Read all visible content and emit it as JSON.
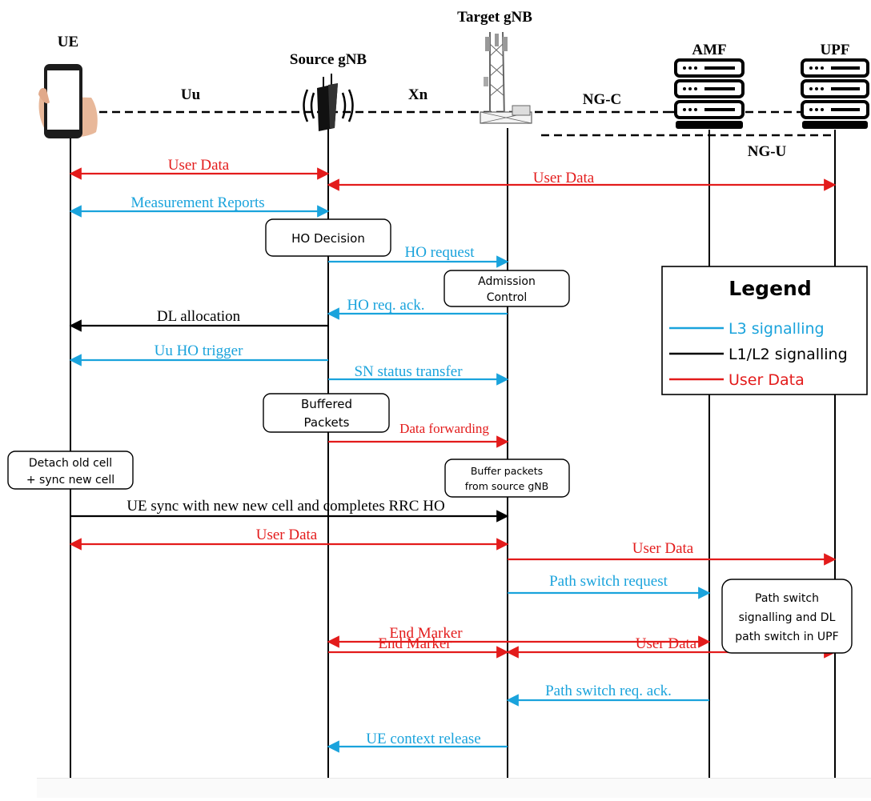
{
  "colors": {
    "l3": "#1aa3dc",
    "l12": "#000000",
    "user": "#e31b1b"
  },
  "entities": {
    "ue": "UE",
    "source": "Source gNB",
    "target": "Target gNB",
    "amf": "AMF",
    "upf": "UPF"
  },
  "interfaces": {
    "uu": "Uu",
    "xn": "Xn",
    "ngc": "NG-C",
    "ngu": "NG-U"
  },
  "icons": [
    "smartphone-icon",
    "antenna-icon",
    "cell-tower-icon",
    "amf-server-icon",
    "upf-server-icon"
  ],
  "messages": [
    {
      "key": "m1",
      "text": "User Data",
      "kind": "user"
    },
    {
      "key": "m2",
      "text": "User Data",
      "kind": "user"
    },
    {
      "key": "m3",
      "text": "Measurement Reports",
      "kind": "l3"
    },
    {
      "key": "m4",
      "text": "HO request",
      "kind": "l3"
    },
    {
      "key": "m5",
      "text": "HO req. ack.",
      "kind": "l3"
    },
    {
      "key": "m6",
      "text": "DL allocation",
      "kind": "l12"
    },
    {
      "key": "m7",
      "text": "Uu HO trigger",
      "kind": "l3"
    },
    {
      "key": "m8",
      "text": "SN status transfer",
      "kind": "l3"
    },
    {
      "key": "m9",
      "text": "Data forwarding",
      "kind": "user"
    },
    {
      "key": "m10",
      "text": "UE sync with new new cell and completes RRC HO",
      "kind": "l12"
    },
    {
      "key": "m11",
      "text": "User Data",
      "kind": "user"
    },
    {
      "key": "m12",
      "text": "User Data",
      "kind": "user"
    },
    {
      "key": "m13",
      "text": "Path switch request",
      "kind": "l3"
    },
    {
      "key": "m14",
      "text": "End Marker",
      "kind": "user"
    },
    {
      "key": "m15",
      "text": "End Marker",
      "kind": "user"
    },
    {
      "key": "m16",
      "text": "User Data",
      "kind": "user"
    },
    {
      "key": "m17",
      "text": "Path switch req. ack.",
      "kind": "l3"
    },
    {
      "key": "m18",
      "text": "UE context release",
      "kind": "l3"
    }
  ],
  "boxes": {
    "ho_decision": [
      "HO Decision"
    ],
    "admission": [
      "Admission",
      "Control"
    ],
    "buffered": [
      "Buffered",
      "Packets"
    ],
    "detach": [
      "Detach old cell",
      "+ sync new cell"
    ],
    "buffer_src": [
      "Buffer packets",
      "from source gNB"
    ],
    "path_switch": [
      "Path switch",
      "signalling and DL",
      "path switch in UPF"
    ]
  },
  "legend": {
    "title": "Legend",
    "items": [
      {
        "label": "L3 signalling",
        "kind": "l3"
      },
      {
        "label": "L1/L2 signalling",
        "kind": "l12"
      },
      {
        "label": "User Data",
        "kind": "user"
      }
    ]
  }
}
